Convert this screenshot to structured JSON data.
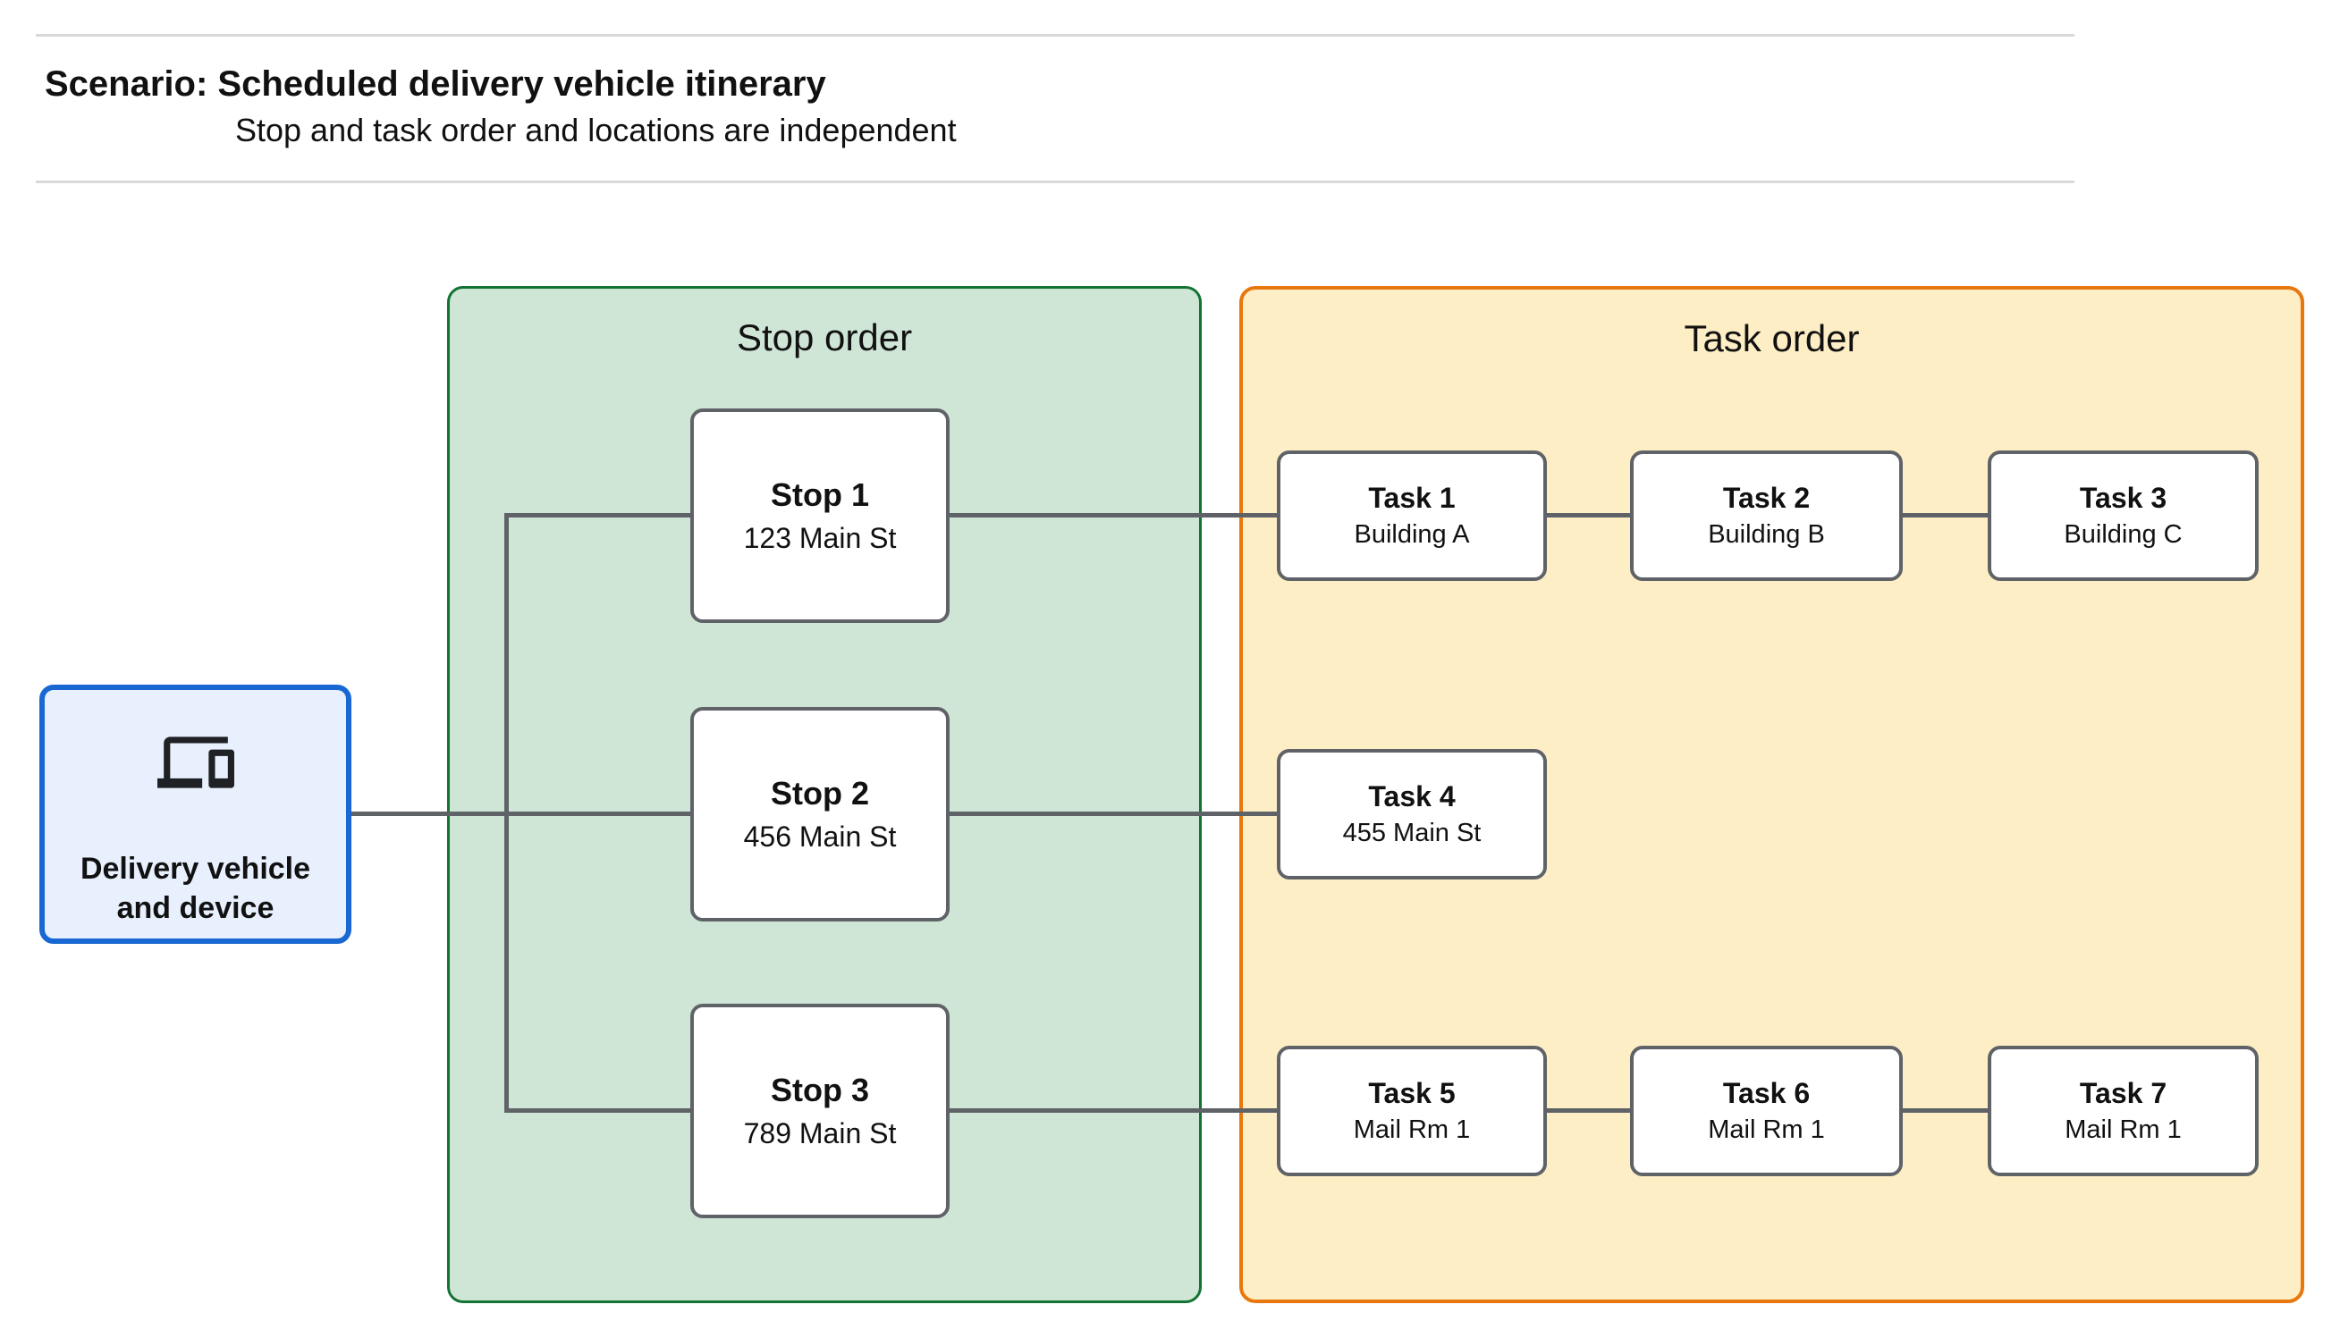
{
  "header": {
    "title": "Scenario: Scheduled delivery vehicle itinerary",
    "subtitle": "Stop and task order and locations are independent"
  },
  "device_node": {
    "label": "Delivery vehicle and device",
    "icon": "devices-icon"
  },
  "panels": {
    "stop_order": {
      "label": "Stop order",
      "fill": "#cfe6d6",
      "border": "#137333"
    },
    "task_order": {
      "label": "Task order",
      "fill": "#fdeec5",
      "border": "#e8770e"
    }
  },
  "stops": [
    {
      "title": "Stop 1",
      "subtitle": "123 Main St"
    },
    {
      "title": "Stop 2",
      "subtitle": "456 Main St"
    },
    {
      "title": "Stop 3",
      "subtitle": "789 Main St"
    }
  ],
  "tasks": [
    {
      "title": "Task 1",
      "subtitle": "Building A"
    },
    {
      "title": "Task 2",
      "subtitle": "Building B"
    },
    {
      "title": "Task 3",
      "subtitle": "Building C"
    },
    {
      "title": "Task 4",
      "subtitle": "455 Main St"
    },
    {
      "title": "Task 5",
      "subtitle": "Mail Rm 1"
    },
    {
      "title": "Task 6",
      "subtitle": "Mail Rm 1"
    },
    {
      "title": "Task 7",
      "subtitle": "Mail Rm 1"
    }
  ],
  "colors": {
    "connector": "#5f6368",
    "node_border": "#5f6368",
    "device_fill": "#e8f0fe",
    "device_border": "#1967d2",
    "stop_panel_fill": "#cfe6d6",
    "stop_panel_border": "#137333",
    "task_panel_fill": "#fdeec5",
    "task_panel_border": "#e8770e",
    "divider": "#d9d9d9"
  }
}
